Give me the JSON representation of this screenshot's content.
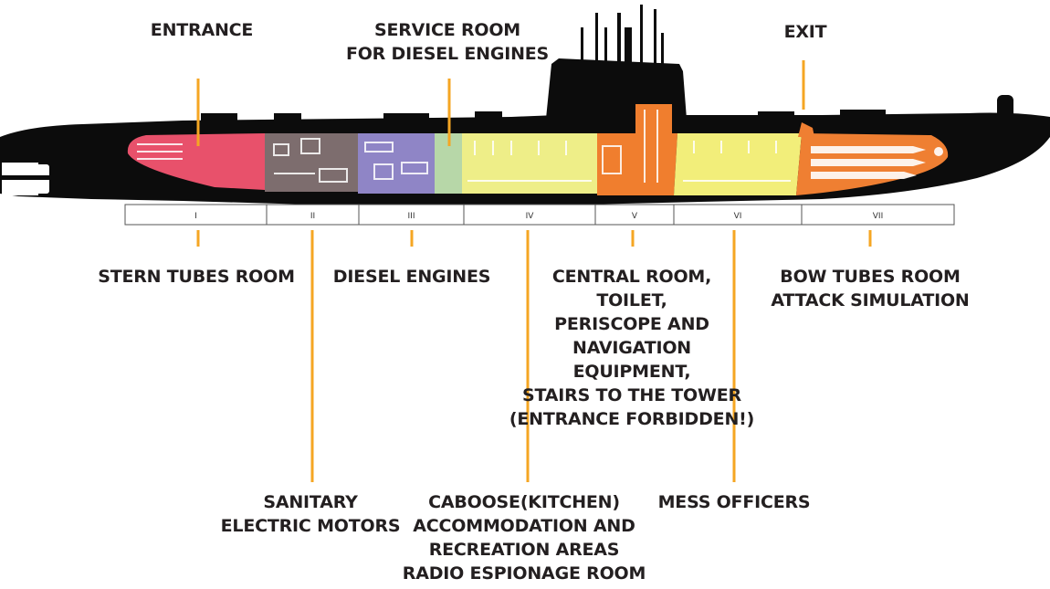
{
  "colors": {
    "hull": "#0c0c0c",
    "leader": "#f5a623",
    "text": "#231f20",
    "stern": "#e8516b",
    "electric": "#7d6d6e",
    "diesel": "#8f85c6",
    "service": "#b7d7a8",
    "caboose": "#eeee88",
    "central": "#f07e2e",
    "mess": "#f2ee7a",
    "bow": "#ef7f32"
  },
  "compartments": [
    {
      "numeral": "I"
    },
    {
      "numeral": "II"
    },
    {
      "numeral": "III"
    },
    {
      "numeral": "IV"
    },
    {
      "numeral": "V"
    },
    {
      "numeral": "VI"
    },
    {
      "numeral": "VII"
    }
  ],
  "labels": {
    "entrance": [
      "ENTRANCE"
    ],
    "service_room": [
      "SERVICE ROOM",
      "FOR DIESEL ENGINES"
    ],
    "exit": [
      "EXIT"
    ],
    "stern_tubes": [
      "STERN TUBES ROOM"
    ],
    "diesel_engines": [
      "DIESEL ENGINES"
    ],
    "central_room": [
      "CENTRAL ROOM,",
      "TOILET,",
      "PERISCOPE AND",
      "NAVIGATION",
      "EQUIPMENT,",
      "STAIRS TO THE TOWER",
      "(ENTRANCE FORBIDDEN!)"
    ],
    "bow_tubes": [
      "BOW TUBES ROOM",
      "ATTACK SIMULATION"
    ],
    "sanitary": [
      "SANITARY",
      "ELECTRIC MOTORS"
    ],
    "caboose": [
      "CABOOSE(KITCHEN)",
      "ACCOMMODATION AND",
      "RECREATION AREAS",
      "RADIO ESPIONAGE ROOM"
    ],
    "mess_officers": [
      "MESS OFFICERS"
    ]
  }
}
